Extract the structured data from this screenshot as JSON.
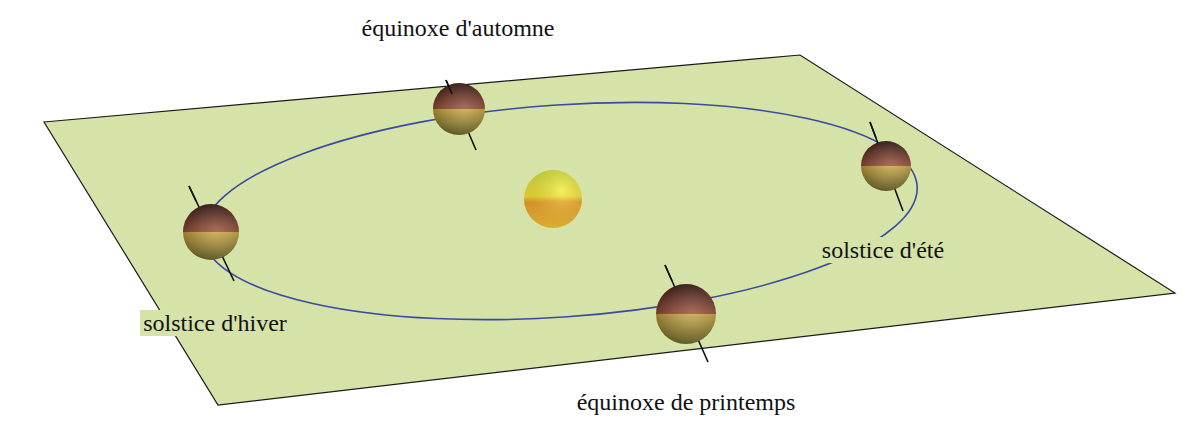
{
  "diagram": {
    "labels": [
      "équinoxe d'automne",
      "solstice d'été",
      "solstice d'hiver",
      "équinoxe de printemps"
    ]
  }
}
